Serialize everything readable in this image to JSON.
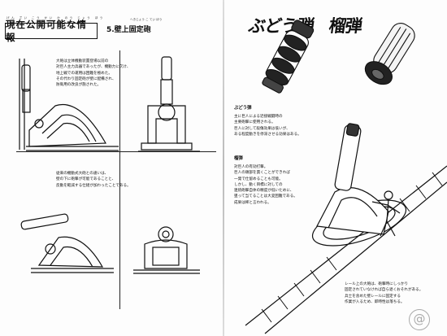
{
  "left_page": {
    "header_furigana": "げん ざい こう かい か のう じょう ほう",
    "header_title": "現在公開可能な情報",
    "section_furigana": "へきじょう こ てい ほう",
    "section_title": "5.壁上固定砲",
    "para1": [
      "大砲は立体機動装置登場以前の",
      "対巨人主力兵器であったが、機動力に欠け、",
      "地上戦での運用は困難を極めた。",
      "その代わり固定砲が壁に配備され、",
      "防衛用の改良が施された。"
    ],
    "para2": [
      "従来の機動式大砲との違いは、",
      "壁の下に砲撃が可能であることと、",
      "反動を軽減する仕組が加わったことである。"
    ]
  },
  "right_page": {
    "heading_budou": "ぶどう弾",
    "heading_ryudan": "榴弾",
    "sub_budou": "ぶどう弾",
    "para_budou": [
      "主に巨人による近接戦闘時の",
      "主要砲撃に使用される。",
      "巨人に対して殺傷効果は低いが、",
      "ある程度動きを停滞させる効果はある。"
    ],
    "sub_ryudan": "榴弾",
    "para_ryudan": [
      "対巨人の有効打撃。",
      "巨人の頭部を貫くことができれば",
      "一発で仕留めることも可能。",
      "しかし、動く目標に対しての",
      "連続砲撃自体の精度が低いために、",
      "狙って当てることは大変困難である。",
      "成果は稀と言われる。"
    ],
    "para_rail": [
      "レール上の大砲は、砲撃時にしっかり",
      "固定されていなければ自ら退くおそれがある。",
      "兵士を含めた壁レールに固定する",
      "作業が入るため、即時性は落ちる。"
    ]
  },
  "watermark_glyph": "@"
}
